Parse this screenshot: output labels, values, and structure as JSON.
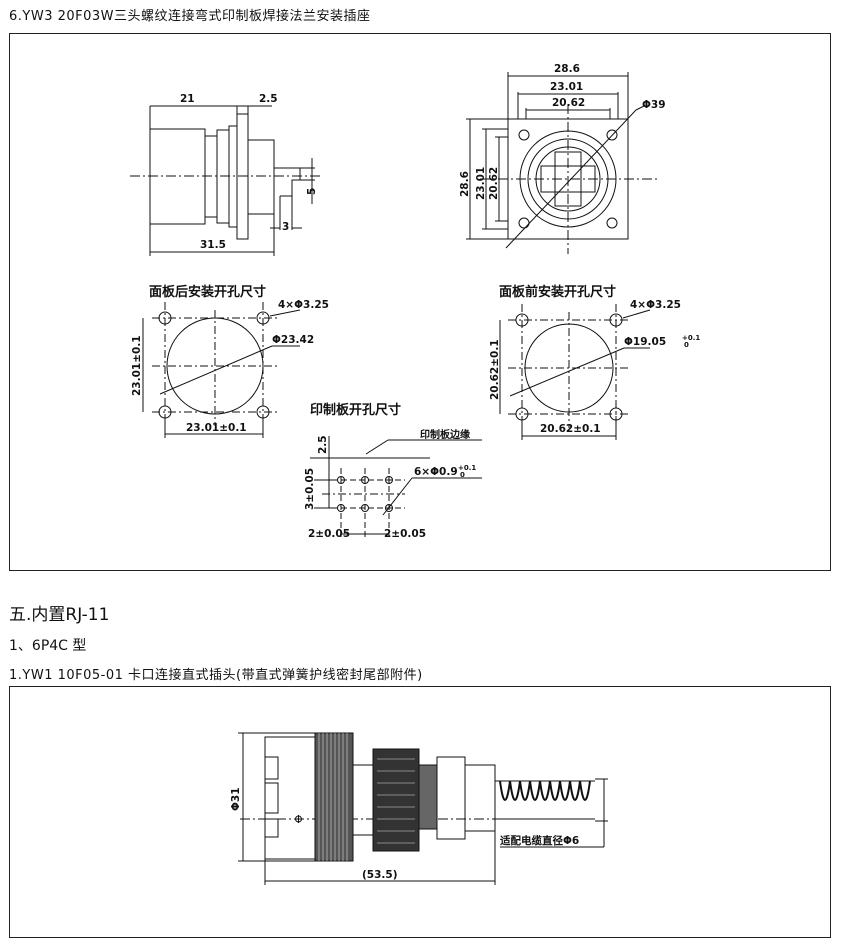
{
  "headings": {
    "section6": "6.YW3 20F03W三头螺纹连接弯式印制板焊接法兰安装插座",
    "section5": "五.内置RJ-11",
    "type": "1、6P4C 型",
    "product1": "1.YW1 10F05-01 卡口连接直式插头(带直式弹簧护线密封尾部附件)"
  },
  "drawing1": {
    "side": {
      "d21": "21",
      "d2_5": "2.5",
      "d5": "5",
      "d3": "3",
      "d31_5": "31.5"
    },
    "front": {
      "d28_6": "28.6",
      "d23_01": "23.01",
      "d20_62": "20.62",
      "phi39": "Φ39"
    },
    "rear_panel": {
      "title": "面板后安装开孔尺寸",
      "holes": "4×Φ3.25",
      "dia": "Φ23.42",
      "vdim": "23.01±0.1",
      "hdim": "23.01±0.1"
    },
    "front_panel": {
      "title": "面板前安装开孔尺寸",
      "holes": "4×Φ3.25",
      "dia": "Φ19.05",
      "dia_tol": "+0.1",
      "dia_tol_low": "0",
      "vdim": "20.62±0.1",
      "hdim": "20.62±0.1"
    },
    "pcb": {
      "title": "印制板开孔尺寸",
      "edge": "印制板边缘",
      "d2_5": "2.5",
      "holes": "6×Φ0.9",
      "holes_tol": "+0.1",
      "holes_tol_low": "0",
      "d3": "3±0.05",
      "dx1": "2±0.05",
      "dx2": "2±0.05"
    }
  },
  "drawing2": {
    "phi31": "Φ31",
    "length": "(53.5)",
    "cable": "适配电缆直径Φ6"
  }
}
